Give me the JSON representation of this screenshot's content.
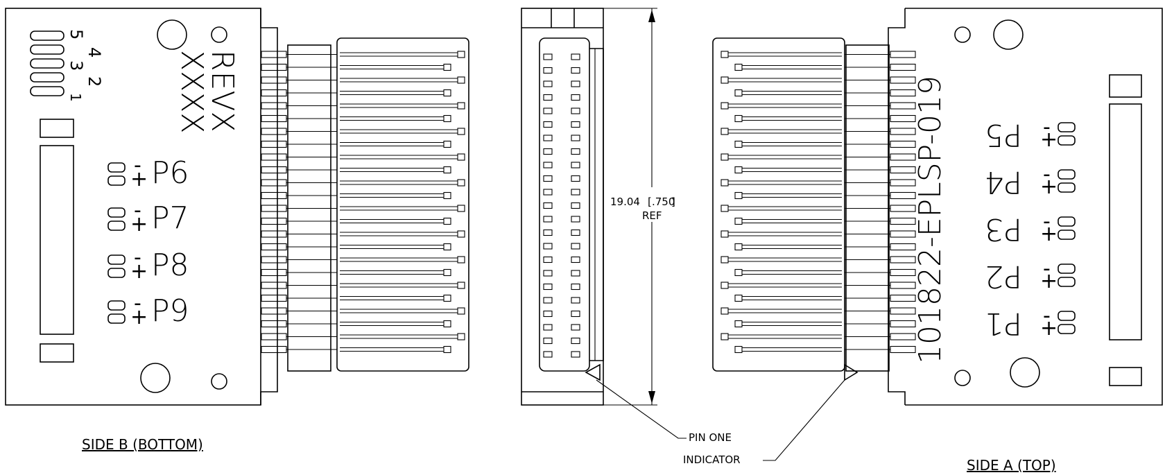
{
  "side_b": {
    "title": "SIDE B (BOTTOM)",
    "rev": "REVX",
    "rev_sub": "XXXX",
    "pads": [
      "P6",
      "P7",
      "P8",
      "P9"
    ],
    "numbers": [
      "5",
      "4",
      "3",
      "2",
      "1"
    ],
    "plus": "+",
    "minus": "-"
  },
  "side_a": {
    "title": "SIDE A (TOP)",
    "part_number": "101822-EPLSP-019",
    "pads": [
      "P5",
      "P4",
      "P3",
      "P2",
      "P1"
    ]
  },
  "center": {
    "dimension": "19.04",
    "dimension_inch": ".750",
    "dimension_ref": "REF",
    "pin_one_line1": "PIN ONE",
    "pin_one_line2": "INDICATOR"
  },
  "colors": {
    "line": "#000000",
    "background": "#ffffff"
  }
}
